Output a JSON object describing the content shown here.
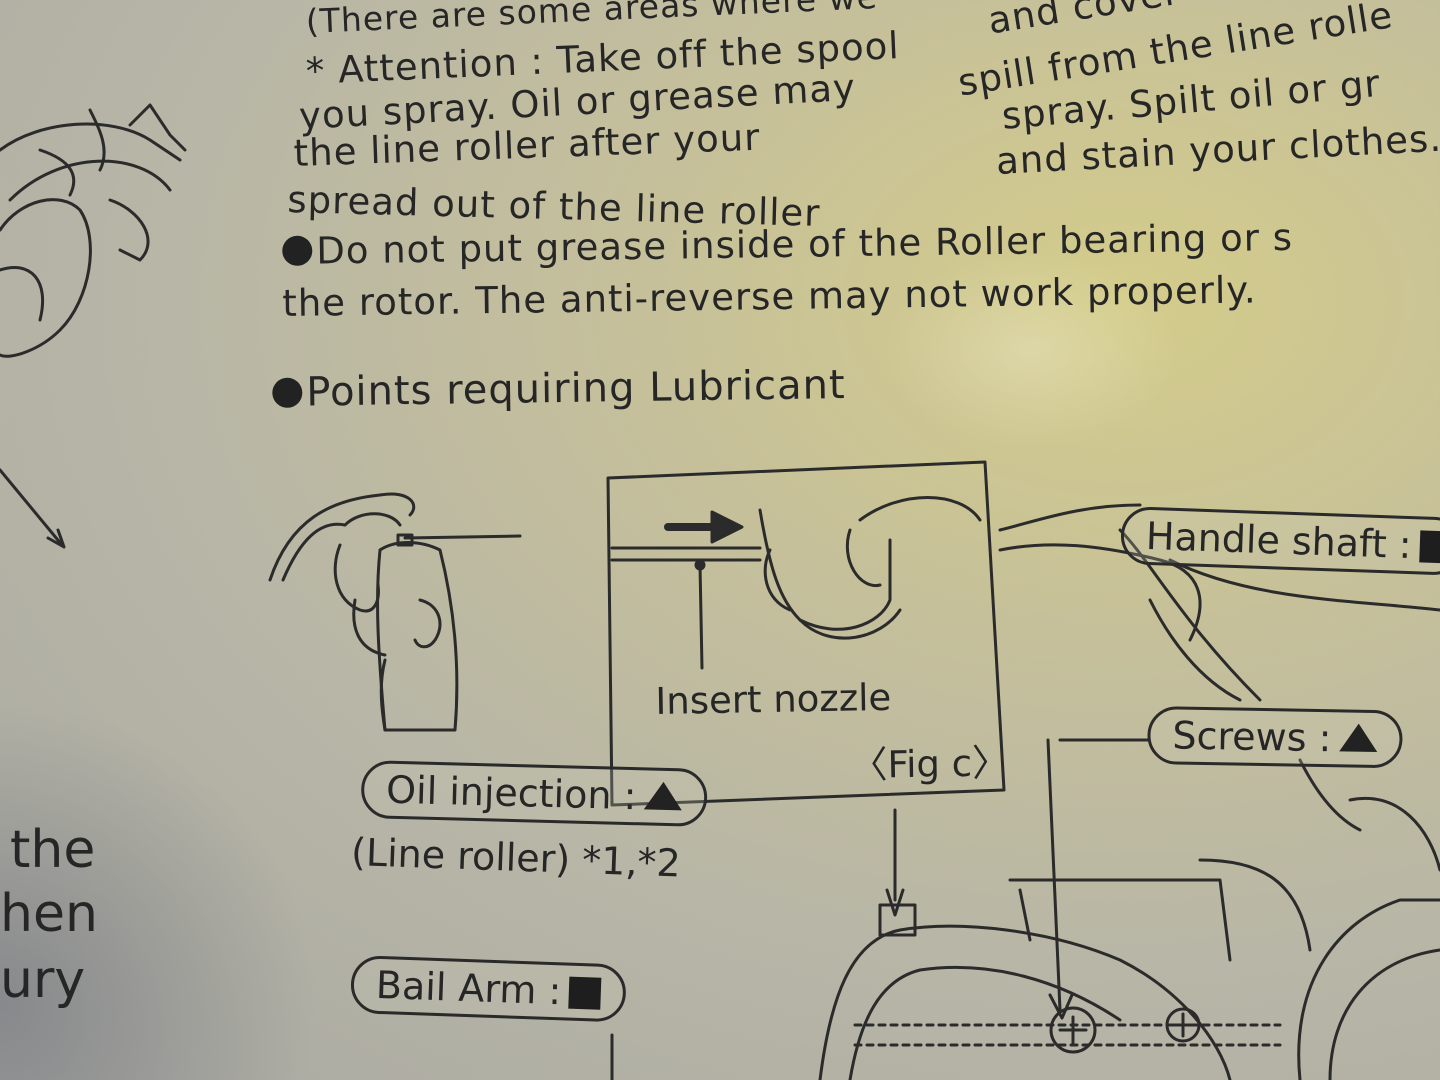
{
  "text": {
    "line1": "(There are some areas where we",
    "line1b": "and cover the line",
    "line2": "* Attention : Take off the spool",
    "line2b": "spill from the line rolle",
    "line3": "you spray. Oil or grease may",
    "line3b": "spray.  Spilt  oil  or  gr",
    "line4": "the  line  roller  after  your",
    "line4b": "and stain your clothes.",
    "line5": "spread out of the line roller",
    "bullet1a": "Do not put grease inside of the Roller bearing or s",
    "bullet1b": "the rotor. The anti-reverse may not work properly.",
    "section_heading": "Points requiring Lubricant",
    "left_fragment_1": "the",
    "left_fragment_2": "hen",
    "left_fragment_3": "ury"
  },
  "figure": {
    "insert_nozzle": "Insert nozzle",
    "fig_c": "〈Fig c〉"
  },
  "labels": {
    "handle_shaft": "Handle shaft :",
    "screws": "Screws :",
    "oil_injection": "Oil injection :",
    "line_roller_note": "(Line roller) *1,*2",
    "bail_arm": "Bail Arm :"
  },
  "symbols": {
    "oil_symbol": "triangle-icon",
    "grease_symbol": "square-icon"
  },
  "colors": {
    "paper": "#b8b6a6",
    "highlight": "#d4cc8a",
    "ink": "#262626"
  }
}
